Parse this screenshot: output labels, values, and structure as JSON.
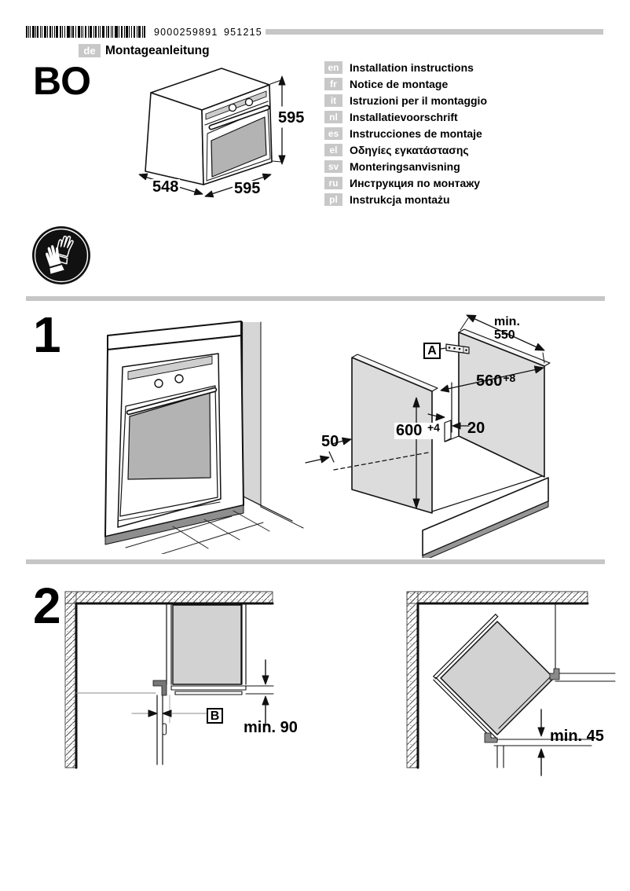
{
  "page": {
    "background": "#ffffff"
  },
  "header": {
    "barcode_number": "9000259891",
    "print_code": "951215",
    "doc_language_code": "de",
    "doc_title": "Montageanleitung",
    "model_code": "BO"
  },
  "languages": [
    {
      "code": "en",
      "label": "Installation instructions"
    },
    {
      "code": "fr",
      "label": "Notice de montage"
    },
    {
      "code": "it",
      "label": "Istruzioni per il montaggio"
    },
    {
      "code": "nl",
      "label": "Installatievoorschrift"
    },
    {
      "code": "es",
      "label": "Instrucciones de montaje"
    },
    {
      "code": "el",
      "label": "Οδηγίες εγκατάστασης"
    },
    {
      "code": "sv",
      "label": "Monteringsanvisning"
    },
    {
      "code": "ru",
      "label": "Инструкция по монтажу"
    },
    {
      "code": "pl",
      "label": "Instrukcja montażu"
    }
  ],
  "oven": {
    "height": "595",
    "depth": "548",
    "width": "595"
  },
  "step1": {
    "number": "1",
    "min_depth_word": "min.",
    "min_depth_value": "550",
    "niche_width": "560",
    "niche_width_tol": "+8",
    "niche_height": "600",
    "niche_height_tol": "+4",
    "rear_offset": "20",
    "side_clearance": "50",
    "bracket_ref": "A"
  },
  "step2": {
    "number": "2",
    "hinge_ref": "B",
    "min_side_clearance": "min. 90",
    "min_corner_clearance": "min. 45"
  },
  "colors": {
    "gray_bar": "#c6c6c6",
    "badge_gray": "#c8c8c8",
    "panel_gray": "#dcdcdc",
    "glass_gray": "#b3b3b3",
    "line": "#111111"
  }
}
